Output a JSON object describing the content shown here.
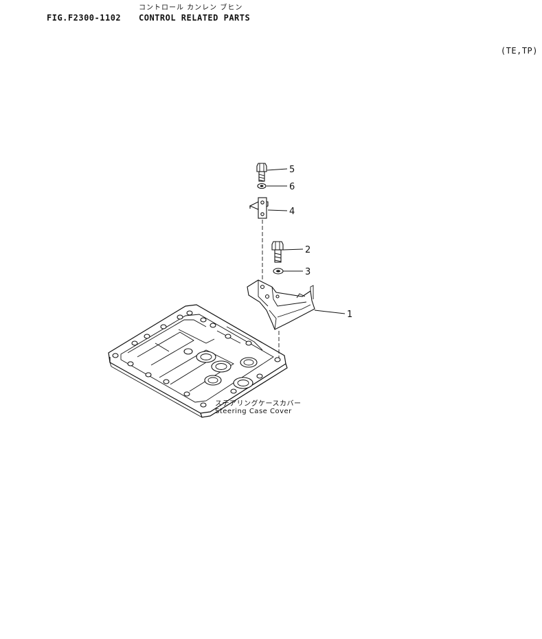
{
  "header": {
    "jp_title": "コントロール カンレン ブヒン",
    "fig_number": "FIG.F2300-1102",
    "title": "CONTROL RELATED PARTS",
    "model_codes": "(TE,TP)"
  },
  "callouts": [
    "1",
    "2",
    "3",
    "4",
    "5",
    "6"
  ],
  "caption": {
    "jp": "ステアリングケースカバー",
    "en": "Steering Case Cover"
  }
}
